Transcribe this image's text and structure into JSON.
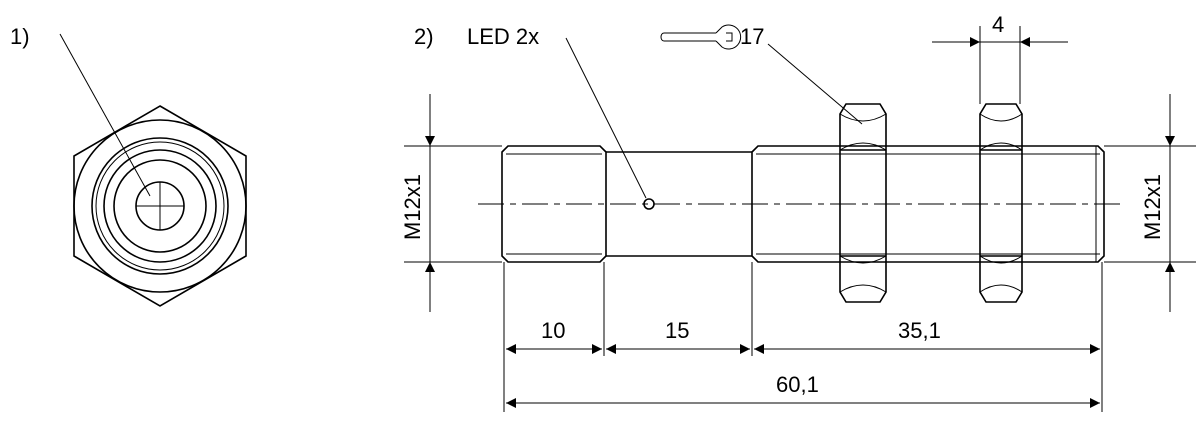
{
  "labels": {
    "view1": "1)",
    "view2": "2)",
    "led": "LED 2x",
    "wrench": "17"
  },
  "dimensions": {
    "nut_width": "4",
    "thread_left": "M12x1",
    "thread_right": "M12x1",
    "seg1": "10",
    "seg2": "15",
    "seg3": "35,1",
    "total": "60,1"
  },
  "colors": {
    "line": "#000000",
    "background": "#ffffff"
  },
  "icons": {
    "wrench": "wrench-icon",
    "led": "led-indicator-icon"
  }
}
